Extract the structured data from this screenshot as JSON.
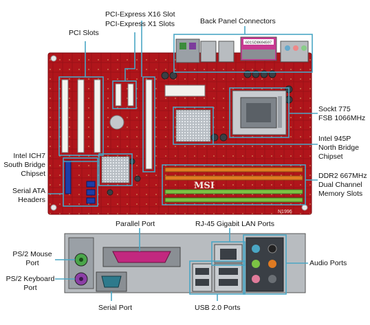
{
  "labels": {
    "pci_slots": "PCI Slots",
    "pcie_x16": "PCI-Express X16 Slot",
    "pcie_x1": "PCI-Express X1 Slots",
    "back_panel": "Back Panel Connectors",
    "socket_1": "Sockt 775",
    "socket_2": "FSB 1066MHz",
    "northbridge_1": "Intel 945P",
    "northbridge_2": "North Bridge",
    "northbridge_3": "Chipset",
    "southbridge_1": "Intel ICH7",
    "southbridge_2": "South Bridge",
    "southbridge_3": "Chipset",
    "sata_1": "Serial ATA",
    "sata_2": "Headers",
    "ddr_1": "DDR2 667MHz",
    "ddr_2": "Dual Channel",
    "ddr_3": "Memory Slots",
    "parallel_port": "Parallel Port",
    "lan_ports": "RJ-45 Gigabit LAN Ports",
    "ps2_mouse_1": "PS/2 Mouse",
    "ps2_mouse_2": "Port",
    "ps2_keyboard_1": "PS/2 Keyboard",
    "ps2_keyboard_2": "Port",
    "audio_ports": "Audio Ports",
    "serial_port": "Serial Port",
    "usb_ports": "USB 2.0 Ports"
  },
  "board": {
    "brand": "MSI",
    "model": "N1996",
    "parallel_sticker": "601SD8694597"
  },
  "colors": {
    "board_red": "#b0151b",
    "callout_blue": "#4aa6c4",
    "ddr_orange": "#e07b22",
    "ddr_green": "#7cc244",
    "sata_blue": "#1e3ea8",
    "parallel_magenta": "#c2287f",
    "ps2_green": "#4aa64a",
    "ps2_purple": "#8c3fa6",
    "serial_teal": "#2e7a8c"
  }
}
